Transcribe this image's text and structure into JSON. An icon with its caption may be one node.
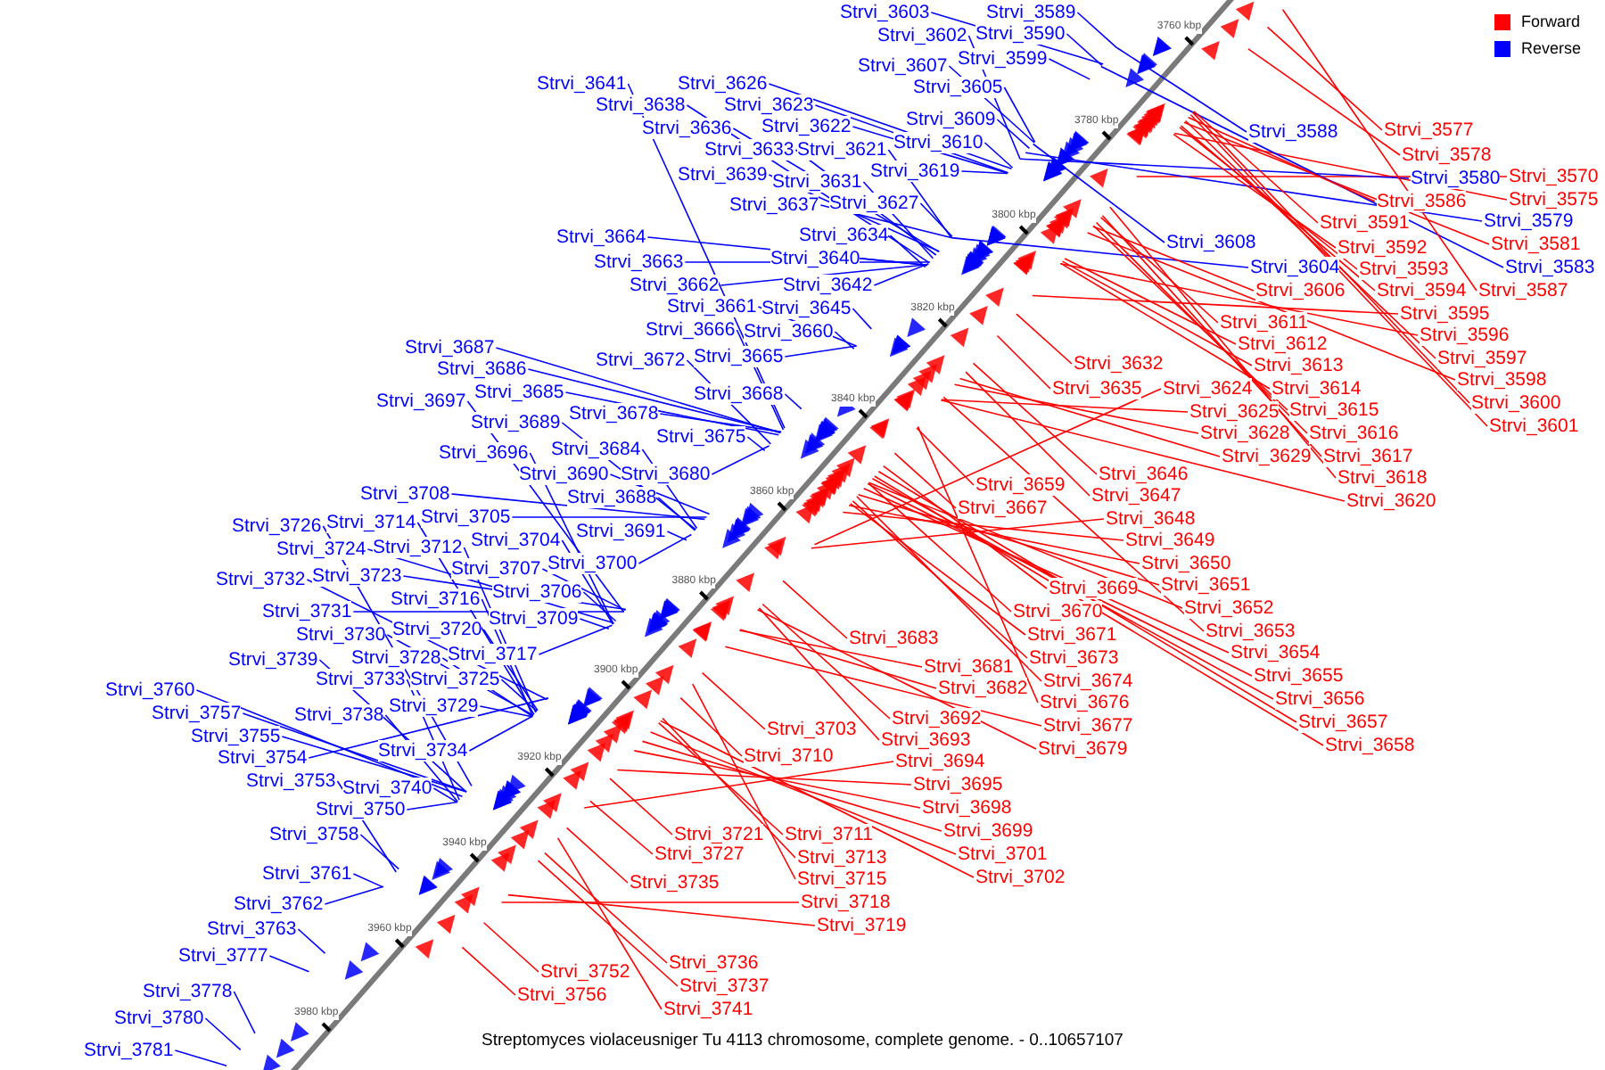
{
  "diagram": {
    "caption": "Streptomyces violaceusniger Tu 4113 chromosome, complete genome. - 0..10657107",
    "nodes": [
      {
        "text": [
          "Strvi_3570"
        ]
      },
      {
        "text": [
          "Strvi_3575"
        ]
      },
      {
        "text": [
          "Strvi_3577"
        ]
      },
      {
        "text": [
          "Strvi_3578"
        ]
      },
      {
        "text": [
          "Strvi_3579"
        ]
      },
      {
        "text": [
          "Strvi_3580"
        ]
      },
      {
        "text": [
          "Strvi_3581"
        ]
      },
      {
        "text": [
          "Strvi_3583"
        ]
      },
      {
        "text": [
          "Strvi_3586"
        ]
      },
      {
        "text": [
          "Strvi_3587"
        ]
      },
      {
        "text": [
          "Strvi_3588"
        ]
      },
      {
        "text": [
          "Strvi_3589"
        ]
      },
      {
        "text": [
          "Strvi_3590"
        ]
      },
      {
        "text": [
          "Strvi_3591"
        ]
      },
      {
        "text": [
          "Strvi_3592"
        ]
      },
      {
        "text": [
          "Strvi_3593"
        ]
      },
      {
        "text": [
          "Strvi_3594"
        ]
      },
      {
        "text": [
          "Strvi_3595"
        ]
      },
      {
        "text": [
          "Strvi_3596"
        ]
      },
      {
        "text": [
          "Strvi_3597"
        ]
      },
      {
        "text": [
          "Strvi_3598"
        ]
      },
      {
        "text": [
          "Strvi_3599"
        ]
      },
      {
        "text": [
          "Strvi_3600"
        ]
      },
      {
        "text": [
          "Strvi_3601"
        ]
      },
      {
        "text": [
          "Strvi_3602"
        ]
      },
      {
        "text": [
          "Strvi_3603"
        ]
      },
      {
        "text": [
          "Strvi_3604"
        ]
      },
      {
        "text": [
          "Strvi_3605"
        ]
      },
      {
        "text": [
          "Strvi_3606"
        ]
      },
      {
        "text": [
          "Strvi_3607"
        ]
      },
      {
        "text": [
          "Strvi_3608"
        ]
      },
      {
        "text": [
          "Strvi_3609"
        ]
      },
      {
        "text": [
          "Strvi_3610"
        ]
      },
      {
        "text": [
          "Strvi_3611"
        ]
      },
      {
        "text": [
          "Strvi_3612"
        ]
      },
      {
        "text": [
          "Strvi_3613"
        ]
      },
      {
        "text": [
          "Strvi_3614"
        ]
      },
      {
        "text": [
          "Strvi_3615"
        ]
      },
      {
        "text": [
          "Strvi_3616"
        ]
      },
      {
        "text": [
          "Strvi_3617"
        ]
      },
      {
        "text": [
          "Strvi_3618"
        ]
      },
      {
        "text": [
          "Strvi_3619"
        ]
      },
      {
        "text": [
          "Strvi_3620"
        ]
      },
      {
        "text": [
          "Strvi_3621"
        ]
      },
      {
        "text": [
          "Strvi_3622"
        ]
      },
      {
        "text": [
          "Strvi_3623"
        ]
      },
      {
        "text": [
          "Strvi_3624"
        ]
      },
      {
        "text": [
          "Strvi_3625"
        ]
      },
      {
        "text": [
          "Strvi_3626"
        ]
      },
      {
        "text": [
          "Strvi_3627"
        ]
      },
      {
        "text": [
          "Strvi_3628"
        ]
      },
      {
        "text": [
          "Strvi_3629"
        ]
      },
      {
        "text": [
          "Strvi_3631"
        ]
      },
      {
        "text": [
          "Strvi_3632"
        ]
      },
      {
        "text": [
          "Strvi_3633"
        ]
      },
      {
        "text": [
          "Strvi_3634"
        ]
      },
      {
        "text": [
          "Strvi_3635"
        ]
      },
      {
        "text": [
          "Strvi_3636"
        ]
      },
      {
        "text": [
          "Strvi_3637"
        ]
      },
      {
        "text": [
          "Strvi_3638"
        ]
      },
      {
        "text": [
          "Strvi_3639"
        ]
      },
      {
        "text": [
          "Strvi_3640"
        ]
      },
      {
        "text": [
          "Strvi_3641"
        ]
      },
      {
        "text": [
          "Strvi_3642"
        ]
      },
      {
        "text": [
          "Strvi_3645"
        ]
      },
      {
        "text": [
          "Strvi_3646"
        ]
      },
      {
        "text": [
          "Strvi_3647"
        ]
      },
      {
        "text": [
          "Strvi_3648"
        ]
      },
      {
        "text": [
          "Strvi_3649"
        ]
      },
      {
        "text": [
          "Strvi_3650"
        ]
      },
      {
        "text": [
          "Strvi_3651"
        ]
      },
      {
        "text": [
          "Strvi_3652"
        ]
      },
      {
        "text": [
          "Strvi_3653"
        ]
      },
      {
        "text": [
          "Strvi_3654"
        ]
      },
      {
        "text": [
          "Strvi_3655"
        ]
      },
      {
        "text": [
          "Strvi_3656"
        ]
      },
      {
        "text": [
          "Strvi_3657"
        ]
      },
      {
        "text": [
          "Strvi_3658"
        ]
      },
      {
        "text": [
          "Strvi_3659"
        ]
      },
      {
        "text": [
          "Strvi_3660"
        ]
      },
      {
        "text": [
          "Strvi_3661"
        ]
      },
      {
        "text": [
          "Strvi_3662"
        ]
      },
      {
        "text": [
          "Strvi_3663"
        ]
      },
      {
        "text": [
          "Strvi_3664"
        ]
      },
      {
        "text": [
          "Strvi_3665"
        ]
      },
      {
        "text": [
          "Strvi_3666"
        ]
      },
      {
        "text": [
          "Strvi_3667"
        ]
      },
      {
        "text": [
          "Strvi_3668"
        ]
      },
      {
        "text": [
          "Strvi_3669"
        ]
      },
      {
        "text": [
          "Strvi_3670"
        ]
      },
      {
        "text": [
          "Strvi_3671"
        ]
      },
      {
        "text": [
          "Strvi_3672"
        ]
      },
      {
        "text": [
          "Strvi_3673"
        ]
      },
      {
        "text": [
          "Strvi_3674"
        ]
      },
      {
        "text": [
          "Strvi_3675"
        ]
      },
      {
        "text": [
          "Strvi_3676"
        ]
      },
      {
        "text": [
          "Strvi_3677"
        ]
      },
      {
        "text": [
          "Strvi_3678"
        ]
      },
      {
        "text": [
          "Strvi_3679"
        ]
      },
      {
        "text": [
          "Strvi_3680"
        ]
      },
      {
        "text": [
          "Strvi_3681"
        ]
      },
      {
        "text": [
          "Strvi_3682"
        ]
      },
      {
        "text": [
          "Strvi_3683"
        ]
      },
      {
        "text": [
          "Strvi_3684"
        ]
      },
      {
        "text": [
          "Strvi_3685"
        ]
      },
      {
        "text": [
          "Strvi_3686"
        ]
      },
      {
        "text": [
          "Strvi_3687"
        ]
      },
      {
        "text": [
          "Strvi_3688"
        ]
      },
      {
        "text": [
          "Strvi_3689"
        ]
      },
      {
        "text": [
          "Strvi_3690"
        ]
      },
      {
        "text": [
          "Strvi_3691"
        ]
      },
      {
        "text": [
          "Strvi_3692"
        ]
      },
      {
        "text": [
          "Strvi_3693"
        ]
      },
      {
        "text": [
          "Strvi_3694"
        ]
      },
      {
        "text": [
          "Strvi_3695"
        ]
      },
      {
        "text": [
          "Strvi_3696"
        ]
      },
      {
        "text": [
          "Strvi_3697"
        ]
      },
      {
        "text": [
          "Strvi_3698"
        ]
      },
      {
        "text": [
          "Strvi_3699"
        ]
      },
      {
        "text": [
          "Strvi_3700"
        ]
      },
      {
        "text": [
          "Strvi_3701"
        ]
      },
      {
        "text": [
          "Strvi_3702"
        ]
      },
      {
        "text": [
          "Strvi_3703"
        ]
      },
      {
        "text": [
          "Strvi_3704"
        ]
      },
      {
        "text": [
          "Strvi_3705"
        ]
      },
      {
        "text": [
          "Strvi_3706"
        ]
      },
      {
        "text": [
          "Strvi_3707"
        ]
      },
      {
        "text": [
          "Strvi_3708"
        ]
      },
      {
        "text": [
          "Strvi_3709"
        ]
      },
      {
        "text": [
          "Strvi_3710"
        ]
      },
      {
        "text": [
          "Strvi_3711"
        ]
      },
      {
        "text": [
          "Strvi_3712"
        ]
      },
      {
        "text": [
          "Strvi_3713"
        ]
      },
      {
        "text": [
          "Strvi_3714"
        ]
      },
      {
        "text": [
          "Strvi_3715"
        ]
      },
      {
        "text": [
          "Strvi_3716"
        ]
      },
      {
        "text": [
          "Strvi_3717"
        ]
      },
      {
        "text": [
          "Strvi_3718"
        ]
      },
      {
        "text": [
          "Strvi_3719"
        ]
      },
      {
        "text": [
          "Strvi_3720"
        ]
      },
      {
        "text": [
          "Strvi_3721"
        ]
      },
      {
        "text": [
          "Strvi_3723"
        ]
      },
      {
        "text": [
          "Strvi_3724"
        ]
      },
      {
        "text": [
          "Strvi_3725"
        ]
      },
      {
        "text": [
          "Strvi_3726"
        ]
      },
      {
        "text": [
          "Strvi_3727"
        ]
      },
      {
        "text": [
          "Strvi_3728"
        ]
      },
      {
        "text": [
          "Strvi_3729"
        ]
      },
      {
        "text": [
          "Strvi_3730"
        ]
      },
      {
        "text": [
          "Strvi_3731"
        ]
      },
      {
        "text": [
          "Strvi_3732"
        ]
      },
      {
        "text": [
          "Strvi_3733"
        ]
      },
      {
        "text": [
          "Strvi_3734"
        ]
      },
      {
        "text": [
          "Strvi_3735"
        ]
      },
      {
        "text": [
          "Strvi_3736"
        ]
      },
      {
        "text": [
          "Strvi_3737"
        ]
      },
      {
        "text": [
          "Strvi_3738"
        ]
      },
      {
        "text": [
          "Strvi_3739"
        ]
      },
      {
        "text": [
          "Strvi_3740"
        ]
      },
      {
        "text": [
          "Strvi_3741"
        ]
      },
      {
        "text": [
          "Strvi_3750"
        ]
      },
      {
        "text": [
          "Strvi_3752"
        ]
      },
      {
        "text": [
          "Strvi_3753"
        ]
      },
      {
        "text": [
          "Strvi_3754"
        ]
      },
      {
        "text": [
          "Strvi_3755"
        ]
      },
      {
        "text": [
          "Strvi_3756"
        ]
      },
      {
        "text": [
          "Strvi_3757"
        ]
      },
      {
        "text": [
          "Strvi_3758"
        ]
      },
      {
        "text": [
          "Strvi_3760"
        ]
      },
      {
        "text": [
          "Strvi_3761"
        ]
      },
      {
        "text": [
          "Strvi_3762"
        ]
      },
      {
        "text": [
          "Strvi_3763"
        ]
      },
      {
        "text": [
          "Strvi_3777"
        ]
      },
      {
        "text": [
          "Strvi_3778"
        ]
      },
      {
        "text": [
          "Strvi_3780"
        ]
      },
      {
        "text": [
          "Strvi_3781"
        ]
      }
    ],
    "edges": [
      {
        "from": 0,
        "to": null,
        "arrow": "none",
        "color": "#ff0000"
      },
      {
        "from": 1,
        "to": null,
        "arrow": "none",
        "color": "#ff0000"
      },
      {
        "from": 2,
        "to": null,
        "arrow": "none",
        "color": "#ff0000"
      },
      {
        "from": 3,
        "to": null,
        "arrow": "none",
        "color": "#ff0000"
      },
      {
        "from": 4,
        "to": null,
        "arrow": "none",
        "color": "#0000ff"
      },
      {
        "from": 5,
        "to": null,
        "arrow": "none",
        "color": "#0000ff"
      },
      {
        "from": 6,
        "to": null,
        "arrow": "none",
        "color": "#ff0000"
      },
      {
        "from": 7,
        "to": null,
        "arrow": "none",
        "color": "#0000ff"
      },
      {
        "from": 8,
        "to": null,
        "arrow": "none",
        "color": "#ff0000"
      },
      {
        "from": 9,
        "to": null,
        "arrow": "none",
        "color": "#ff0000"
      },
      {
        "from": 10,
        "to": null,
        "arrow": "none",
        "color": "#0000ff"
      },
      {
        "from": 11,
        "to": null,
        "arrow": "none",
        "color": "#0000ff"
      },
      {
        "from": 12,
        "to": null,
        "arrow": "none",
        "color": "#0000ff"
      },
      {
        "from": 13,
        "to": null,
        "arrow": "none",
        "color": "#ff0000"
      },
      {
        "from": 14,
        "to": null,
        "arrow": "none",
        "color": "#ff0000"
      },
      {
        "from": 15,
        "to": null,
        "arrow": "none",
        "color": "#ff0000"
      },
      {
        "from": 16,
        "to": null,
        "arrow": "none",
        "color": "#ff0000"
      },
      {
        "from": 17,
        "to": null,
        "arrow": "none",
        "color": "#ff0000"
      },
      {
        "from": 18,
        "to": null,
        "arrow": "none",
        "color": "#ff0000"
      },
      {
        "from": 19,
        "to": null,
        "arrow": "none",
        "color": "#ff0000"
      },
      {
        "from": 20,
        "to": null,
        "arrow": "none",
        "color": "#ff0000"
      },
      {
        "from": 21,
        "to": null,
        "arrow": "none",
        "color": "#0000ff"
      },
      {
        "from": 22,
        "to": null,
        "arrow": "none",
        "color": "#ff0000"
      },
      {
        "from": 23,
        "to": null,
        "arrow": "none",
        "color": "#ff0000"
      },
      {
        "from": 24,
        "to": null,
        "arrow": "none",
        "color": "#0000ff"
      },
      {
        "from": 25,
        "to": null,
        "arrow": "none",
        "color": "#0000ff"
      },
      {
        "from": 26,
        "to": null,
        "arrow": "none",
        "color": "#0000ff"
      },
      {
        "from": 27,
        "to": null,
        "arrow": "none",
        "color": "#0000ff"
      },
      {
        "from": 28,
        "to": null,
        "arrow": "none",
        "color": "#ff0000"
      },
      {
        "from": 29,
        "to": null,
        "arrow": "none",
        "color": "#0000ff"
      },
      {
        "from": 30,
        "to": null,
        "arrow": "none",
        "color": "#0000ff"
      },
      {
        "from": 31,
        "to": null,
        "arrow": "none",
        "color": "#0000ff"
      },
      {
        "from": 32,
        "to": null,
        "arrow": "none",
        "color": "#0000ff"
      },
      {
        "from": 33,
        "to": null,
        "arrow": "none",
        "color": "#ff0000"
      },
      {
        "from": 34,
        "to": null,
        "arrow": "none",
        "color": "#ff0000"
      },
      {
        "from": 35,
        "to": null,
        "arrow": "none",
        "color": "#ff0000"
      },
      {
        "from": 36,
        "to": null,
        "arrow": "none",
        "color": "#ff0000"
      },
      {
        "from": 37,
        "to": null,
        "arrow": "none",
        "color": "#ff0000"
      },
      {
        "from": 38,
        "to": null,
        "arrow": "none",
        "color": "#ff0000"
      },
      {
        "from": 39,
        "to": null,
        "arrow": "none",
        "color": "#ff0000"
      },
      {
        "from": 40,
        "to": null,
        "arrow": "none",
        "color": "#ff0000"
      },
      {
        "from": 41,
        "to": null,
        "arrow": "none",
        "color": "#0000ff"
      },
      {
        "from": 42,
        "to": null,
        "arrow": "none",
        "color": "#ff0000"
      },
      {
        "from": 43,
        "to": null,
        "arrow": "none",
        "color": "#0000ff"
      },
      {
        "from": 44,
        "to": null,
        "arrow": "none",
        "color": "#0000ff"
      },
      {
        "from": 45,
        "to": null,
        "arrow": "none",
        "color": "#0000ff"
      },
      {
        "from": 46,
        "to": null,
        "arrow": "none",
        "color": "#ff0000"
      },
      {
        "from": 47,
        "to": null,
        "arrow": "none",
        "color": "#ff0000"
      },
      {
        "from": 48,
        "to": null,
        "arrow": "none",
        "color": "#0000ff"
      },
      {
        "from": 49,
        "to": null,
        "arrow": "none",
        "color": "#0000ff"
      },
      {
        "from": 50,
        "to": null,
        "arrow": "none",
        "color": "#ff0000"
      },
      {
        "from": 51,
        "to": null,
        "arrow": "none",
        "color": "#ff0000"
      },
      {
        "from": 52,
        "to": null,
        "arrow": "none",
        "color": "#0000ff"
      },
      {
        "from": 53,
        "to": null,
        "arrow": "none",
        "color": "#ff0000"
      },
      {
        "from": 54,
        "to": null,
        "arrow": "none",
        "color": "#0000ff"
      },
      {
        "from": 55,
        "to": null,
        "arrow": "none",
        "color": "#0000ff"
      },
      {
        "from": 56,
        "to": null,
        "arrow": "none",
        "color": "#ff0000"
      },
      {
        "from": 57,
        "to": null,
        "arrow": "none",
        "color": "#0000ff"
      },
      {
        "from": 58,
        "to": null,
        "arrow": "none",
        "color": "#0000ff"
      },
      {
        "from": 59,
        "to": null,
        "arrow": "none",
        "color": "#0000ff"
      },
      {
        "from": 60,
        "to": null,
        "arrow": "none",
        "color": "#0000ff"
      },
      {
        "from": 61,
        "to": null,
        "arrow": "none",
        "color": "#0000ff"
      },
      {
        "from": 62,
        "to": null,
        "arrow": "none",
        "color": "#0000ff"
      },
      {
        "from": 63,
        "to": null,
        "arrow": "none",
        "color": "#0000ff"
      },
      {
        "from": 64,
        "to": null,
        "arrow": "none",
        "color": "#0000ff"
      },
      {
        "from": 65,
        "to": null,
        "arrow": "none",
        "color": "#ff0000"
      },
      {
        "from": 66,
        "to": null,
        "arrow": "none",
        "color": "#ff0000"
      },
      {
        "from": 67,
        "to": null,
        "arrow": "none",
        "color": "#ff0000"
      },
      {
        "from": 68,
        "to": null,
        "arrow": "none",
        "color": "#ff0000"
      },
      {
        "from": 69,
        "to": null,
        "arrow": "none",
        "color": "#ff0000"
      },
      {
        "from": 70,
        "to": null,
        "arrow": "none",
        "color": "#ff0000"
      },
      {
        "from": 71,
        "to": null,
        "arrow": "none",
        "color": "#ff0000"
      },
      {
        "from": 72,
        "to": null,
        "arrow": "none",
        "color": "#ff0000"
      },
      {
        "from": 73,
        "to": null,
        "arrow": "none",
        "color": "#ff0000"
      },
      {
        "from": 74,
        "to": null,
        "arrow": "none",
        "color": "#ff0000"
      },
      {
        "from": 75,
        "to": null,
        "arrow": "none",
        "color": "#ff0000"
      },
      {
        "from": 76,
        "to": null,
        "arrow": "none",
        "color": "#ff0000"
      },
      {
        "from": 77,
        "to": null,
        "arrow": "none",
        "color": "#ff0000"
      },
      {
        "from": 78,
        "to": null,
        "arrow": "none",
        "color": "#ff0000"
      },
      {
        "from": 79,
        "to": null,
        "arrow": "none",
        "color": "#0000ff"
      },
      {
        "from": 80,
        "to": null,
        "arrow": "none",
        "color": "#0000ff"
      },
      {
        "from": 81,
        "to": null,
        "arrow": "none",
        "color": "#0000ff"
      },
      {
        "from": 82,
        "to": null,
        "arrow": "none",
        "color": "#0000ff"
      },
      {
        "from": 83,
        "to": null,
        "arrow": "none",
        "color": "#0000ff"
      },
      {
        "from": 84,
        "to": null,
        "arrow": "none",
        "color": "#0000ff"
      },
      {
        "from": 85,
        "to": null,
        "arrow": "none",
        "color": "#0000ff"
      },
      {
        "from": 86,
        "to": null,
        "arrow": "none",
        "color": "#ff0000"
      },
      {
        "from": 87,
        "to": null,
        "arrow": "none",
        "color": "#0000ff"
      },
      {
        "from": 88,
        "to": null,
        "arrow": "none",
        "color": "#ff0000"
      },
      {
        "from": 89,
        "to": null,
        "arrow": "none",
        "color": "#ff0000"
      },
      {
        "from": 90,
        "to": null,
        "arrow": "none",
        "color": "#ff0000"
      },
      {
        "from": 91,
        "to": null,
        "arrow": "none",
        "color": "#0000ff"
      },
      {
        "from": 92,
        "to": null,
        "arrow": "none",
        "color": "#ff0000"
      },
      {
        "from": 93,
        "to": null,
        "arrow": "none",
        "color": "#ff0000"
      },
      {
        "from": 94,
        "to": null,
        "arrow": "none",
        "color": "#0000ff"
      },
      {
        "from": 95,
        "to": null,
        "arrow": "none",
        "color": "#ff0000"
      },
      {
        "from": 96,
        "to": null,
        "arrow": "none",
        "color": "#ff0000"
      },
      {
        "from": 97,
        "to": null,
        "arrow": "none",
        "color": "#0000ff"
      },
      {
        "from": 98,
        "to": null,
        "arrow": "none",
        "color": "#ff0000"
      },
      {
        "from": 99,
        "to": null,
        "arrow": "none",
        "color": "#0000ff"
      },
      {
        "from": 100,
        "to": null,
        "arrow": "none",
        "color": "#ff0000"
      },
      {
        "from": 101,
        "to": null,
        "arrow": "none",
        "color": "#ff0000"
      },
      {
        "from": 102,
        "to": null,
        "arrow": "none",
        "color": "#ff0000"
      },
      {
        "from": 103,
        "to": null,
        "arrow": "none",
        "color": "#0000ff"
      },
      {
        "from": 104,
        "to": null,
        "arrow": "none",
        "color": "#0000ff"
      },
      {
        "from": 105,
        "to": null,
        "arrow": "none",
        "color": "#0000ff"
      },
      {
        "from": 106,
        "to": null,
        "arrow": "none",
        "color": "#0000ff"
      },
      {
        "from": 107,
        "to": null,
        "arrow": "none",
        "color": "#0000ff"
      },
      {
        "from": 108,
        "to": null,
        "arrow": "none",
        "color": "#0000ff"
      },
      {
        "from": 109,
        "to": null,
        "arrow": "none",
        "color": "#0000ff"
      },
      {
        "from": 110,
        "to": null,
        "arrow": "none",
        "color": "#0000ff"
      },
      {
        "from": 111,
        "to": null,
        "arrow": "none",
        "color": "#ff0000"
      },
      {
        "from": 112,
        "to": null,
        "arrow": "none",
        "color": "#ff0000"
      },
      {
        "from": 113,
        "to": null,
        "arrow": "none",
        "color": "#ff0000"
      },
      {
        "from": 114,
        "to": null,
        "arrow": "none",
        "color": "#ff0000"
      },
      {
        "from": 115,
        "to": null,
        "arrow": "none",
        "color": "#0000ff"
      },
      {
        "from": 116,
        "to": null,
        "arrow": "none",
        "color": "#0000ff"
      },
      {
        "from": 117,
        "to": null,
        "arrow": "none",
        "color": "#ff0000"
      },
      {
        "from": 118,
        "to": null,
        "arrow": "none",
        "color": "#ff0000"
      },
      {
        "from": 119,
        "to": null,
        "arrow": "none",
        "color": "#0000ff"
      },
      {
        "from": 120,
        "to": null,
        "arrow": "none",
        "color": "#ff0000"
      },
      {
        "from": 121,
        "to": null,
        "arrow": "none",
        "color": "#ff0000"
      },
      {
        "from": 122,
        "to": null,
        "arrow": "none",
        "color": "#ff0000"
      },
      {
        "from": 123,
        "to": null,
        "arrow": "none",
        "color": "#0000ff"
      },
      {
        "from": 124,
        "to": null,
        "arrow": "none",
        "color": "#0000ff"
      },
      {
        "from": 125,
        "to": null,
        "arrow": "none",
        "color": "#0000ff"
      },
      {
        "from": 126,
        "to": null,
        "arrow": "none",
        "color": "#0000ff"
      },
      {
        "from": 127,
        "to": null,
        "arrow": "none",
        "color": "#0000ff"
      },
      {
        "from": 128,
        "to": null,
        "arrow": "none",
        "color": "#0000ff"
      },
      {
        "from": 129,
        "to": null,
        "arrow": "none",
        "color": "#ff0000"
      },
      {
        "from": 130,
        "to": null,
        "arrow": "none",
        "color": "#ff0000"
      },
      {
        "from": 131,
        "to": null,
        "arrow": "none",
        "color": "#0000ff"
      },
      {
        "from": 132,
        "to": null,
        "arrow": "none",
        "color": "#ff0000"
      },
      {
        "from": 133,
        "to": null,
        "arrow": "none",
        "color": "#0000ff"
      },
      {
        "from": 134,
        "to": null,
        "arrow": "none",
        "color": "#ff0000"
      },
      {
        "from": 135,
        "to": null,
        "arrow": "none",
        "color": "#0000ff"
      },
      {
        "from": 136,
        "to": null,
        "arrow": "none",
        "color": "#0000ff"
      },
      {
        "from": 137,
        "to": null,
        "arrow": "none",
        "color": "#ff0000"
      },
      {
        "from": 138,
        "to": null,
        "arrow": "none",
        "color": "#ff0000"
      },
      {
        "from": 139,
        "to": null,
        "arrow": "none",
        "color": "#0000ff"
      },
      {
        "from": 140,
        "to": null,
        "arrow": "none",
        "color": "#ff0000"
      },
      {
        "from": 141,
        "to": null,
        "arrow": "none",
        "color": "#0000ff"
      },
      {
        "from": 142,
        "to": null,
        "arrow": "none",
        "color": "#0000ff"
      },
      {
        "from": 143,
        "to": null,
        "arrow": "none",
        "color": "#0000ff"
      },
      {
        "from": 144,
        "to": null,
        "arrow": "none",
        "color": "#0000ff"
      },
      {
        "from": 145,
        "to": null,
        "arrow": "none",
        "color": "#ff0000"
      },
      {
        "from": 146,
        "to": null,
        "arrow": "none",
        "color": "#0000ff"
      },
      {
        "from": 147,
        "to": null,
        "arrow": "none",
        "color": "#0000ff"
      },
      {
        "from": 148,
        "to": null,
        "arrow": "none",
        "color": "#0000ff"
      },
      {
        "from": 149,
        "to": null,
        "arrow": "none",
        "color": "#0000ff"
      },
      {
        "from": 150,
        "to": null,
        "arrow": "none",
        "color": "#0000ff"
      },
      {
        "from": 151,
        "to": null,
        "arrow": "none",
        "color": "#0000ff"
      },
      {
        "from": 152,
        "to": null,
        "arrow": "none",
        "color": "#0000ff"
      },
      {
        "from": 153,
        "to": null,
        "arrow": "none",
        "color": "#ff0000"
      },
      {
        "from": 154,
        "to": null,
        "arrow": "none",
        "color": "#ff0000"
      },
      {
        "from": 155,
        "to": null,
        "arrow": "none",
        "color": "#ff0000"
      },
      {
        "from": 156,
        "to": null,
        "arrow": "none",
        "color": "#0000ff"
      },
      {
        "from": 157,
        "to": null,
        "arrow": "none",
        "color": "#0000ff"
      },
      {
        "from": 158,
        "to": null,
        "arrow": "none",
        "color": "#0000ff"
      },
      {
        "from": 159,
        "to": null,
        "arrow": "none",
        "color": "#ff0000"
      },
      {
        "from": 160,
        "to": null,
        "arrow": "none",
        "color": "#0000ff"
      },
      {
        "from": 161,
        "to": null,
        "arrow": "none",
        "color": "#ff0000"
      },
      {
        "from": 162,
        "to": null,
        "arrow": "none",
        "color": "#0000ff"
      },
      {
        "from": 163,
        "to": null,
        "arrow": "none",
        "color": "#0000ff"
      },
      {
        "from": 164,
        "to": null,
        "arrow": "none",
        "color": "#0000ff"
      },
      {
        "from": 165,
        "to": null,
        "arrow": "none",
        "color": "#ff0000"
      },
      {
        "from": 166,
        "to": null,
        "arrow": "none",
        "color": "#0000ff"
      },
      {
        "from": 167,
        "to": null,
        "arrow": "none",
        "color": "#0000ff"
      },
      {
        "from": 168,
        "to": null,
        "arrow": "none",
        "color": "#0000ff"
      },
      {
        "from": 169,
        "to": null,
        "arrow": "none",
        "color": "#0000ff"
      },
      {
        "from": 170,
        "to": null,
        "arrow": "none",
        "color": "#0000ff"
      },
      {
        "from": 171,
        "to": null,
        "arrow": "none",
        "color": "#0000ff"
      },
      {
        "from": 172,
        "to": null,
        "arrow": "none",
        "color": "#0000ff"
      },
      {
        "from": 173,
        "to": null,
        "arrow": "none",
        "color": "#0000ff"
      },
      {
        "from": 174,
        "to": null,
        "arrow": "none",
        "color": "#0000ff"
      },
      {
        "from": 175,
        "to": null,
        "arrow": "none",
        "color": "#0000ff"
      }
    ],
    "labels": [
      "3760 kbp",
      "3780 kbp",
      "3800 kbp",
      "3820 kbp",
      "3840 kbp",
      "3860 kbp",
      "3880 kbp",
      "3900 kbp",
      "3920 kbp",
      "3940 kbp",
      "3960 kbp",
      "3980 kbp"
    ],
    "legend": [
      {
        "text": "Forward",
        "color": "#ff0000"
      },
      {
        "text": "Reverse",
        "color": "#0000ff"
      }
    ]
  }
}
